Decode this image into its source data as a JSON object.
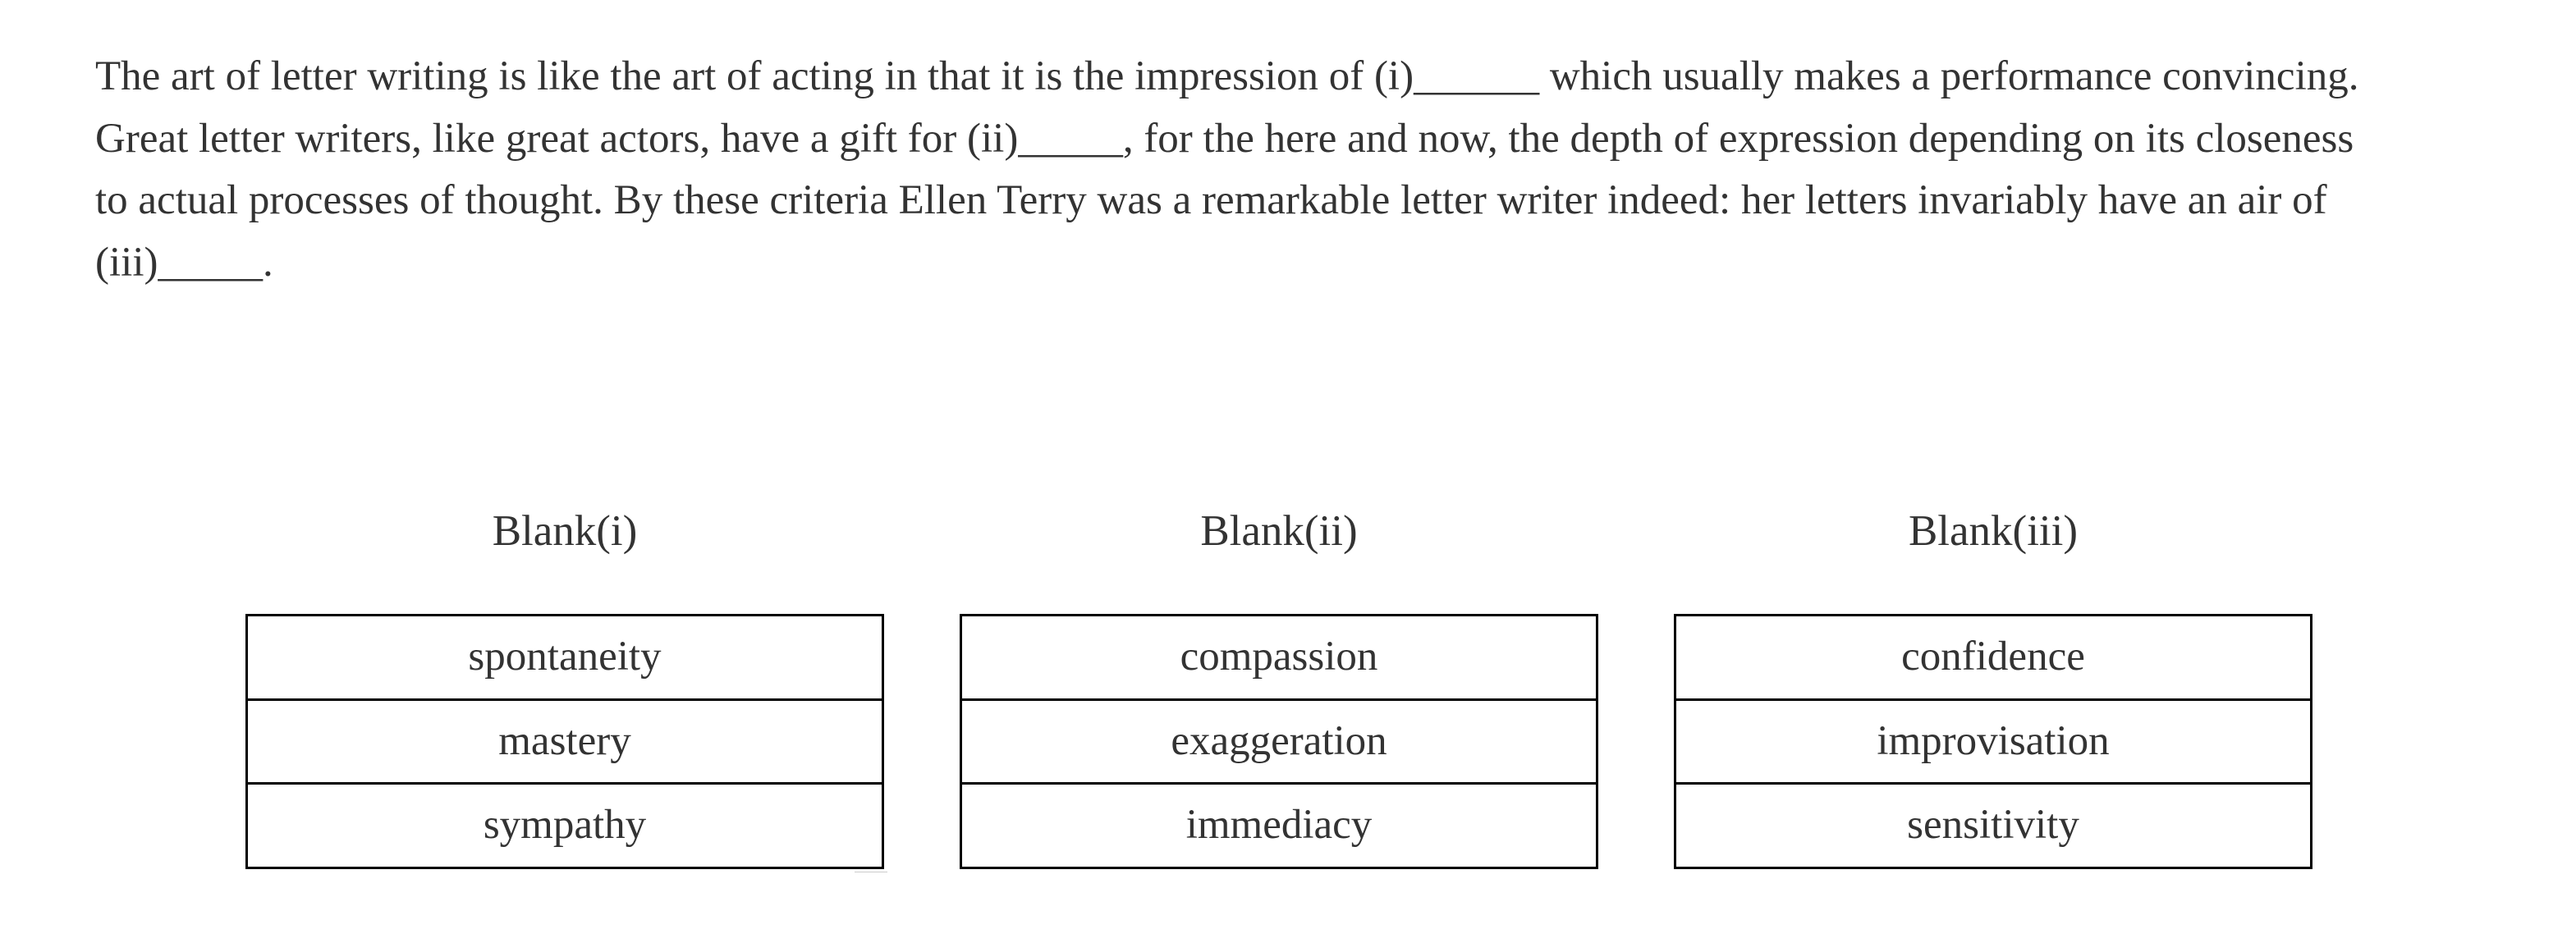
{
  "passage": {
    "lines": [
      "The art of letter writing is like the art of acting in that it is the impression of (i)______ which usually makes a performance convincing.",
      "Great letter writers, like great actors, have a gift for (ii)_____, for the here and now, the depth of expression depending on its closeness",
      "to actual processes of thought. By these criteria Ellen Terry was a remarkable letter writer indeed: her letters invariably have an air of",
      "(iii)_____."
    ]
  },
  "blanks": [
    {
      "heading": "Blank(i)",
      "options": [
        "spontaneity",
        "mastery",
        "sympathy"
      ]
    },
    {
      "heading": "Blank(ii)",
      "options": [
        "compassion",
        "exaggeration",
        "immediacy"
      ]
    },
    {
      "heading": "Blank(iii)",
      "options": [
        "confidence",
        "improvisation",
        "sensitivity"
      ]
    }
  ],
  "colors": {
    "text": "#333333",
    "border": "#000000",
    "background": "#ffffff"
  }
}
